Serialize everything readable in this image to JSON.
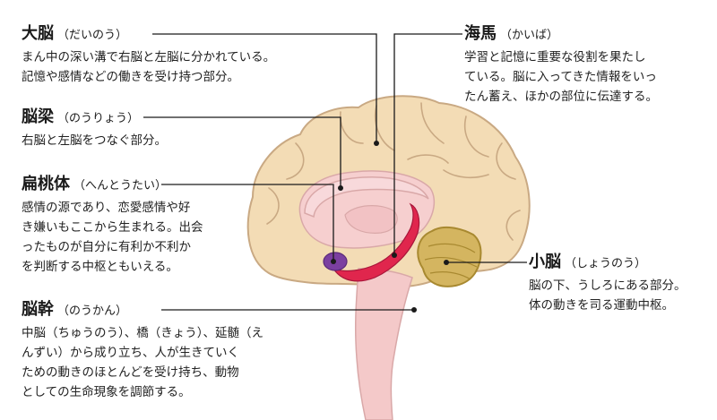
{
  "labels": {
    "cerebrum": {
      "name": "大脳",
      "reading": "（だいのう）",
      "description": "まん中の深い溝で右脳と左脳に分かれている。\n記憶や感情などの働きを受け持つ部分。"
    },
    "corpus_callosum": {
      "name": "脳梁",
      "reading": "（のうりょう）",
      "description": "右脳と左脳をつなぐ部分。"
    },
    "amygdala": {
      "name": "扁桃体",
      "reading": "（へんとうたい）",
      "description": "感情の源であり、恋愛感情や好\nき嫌いもここから生まれる。出会\nったものが自分に有利か不利か\nを判断する中枢ともいえる。"
    },
    "brainstem": {
      "name": "脳幹",
      "reading": "（のうかん）",
      "description": "中脳（ちゅうのう）、橋（きょう）、延髄（え\nんずい）から成り立ち、人が生きていく\nための動きのほとんどを受け持ち、動物\nとしての生命現象を調節する。"
    },
    "hippocampus": {
      "name": "海馬",
      "reading": "（かいば）",
      "description": "学習と記憶に重要な役割を果たし\nている。脳に入ってきた情報をいっ\nたん蓄え、ほかの部位に伝達する。"
    },
    "cerebellum": {
      "name": "小脳",
      "reading": "（しょうのう）",
      "description": "脳の下、うしろにある部分。\n体の動きを司る運動中枢。"
    }
  },
  "colors": {
    "cerebrum_fill": "#f3dcb5",
    "cerebrum_stroke": "#c9a983",
    "inner_fill": "#f6cfcf",
    "callosum_fill": "#f8d9db",
    "hippocampus_fill": "#e0264d",
    "amygdala_fill": "#7b3fa0",
    "cerebellum_fill": "#d4b560",
    "cerebellum_stroke": "#a88930",
    "brainstem_fill": "#f4c9c9",
    "leader_line": "#1a1a1a"
  }
}
